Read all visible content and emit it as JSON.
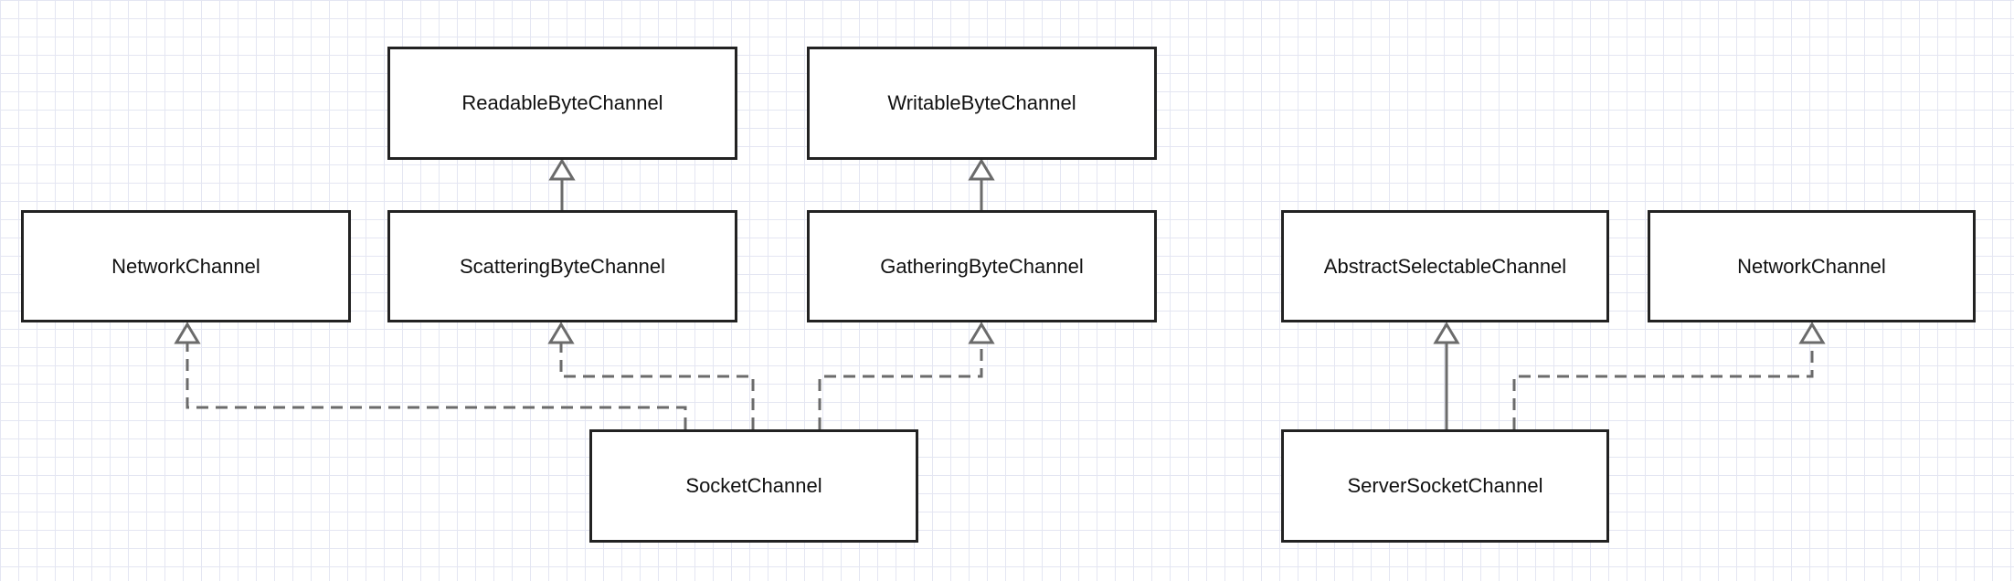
{
  "diagram": {
    "classes": {
      "readable": "ReadableByteChannel",
      "writable": "WritableByteChannel",
      "network_1": "NetworkChannel",
      "scattering": "ScatteringByteChannel",
      "gathering": "GatheringByteChannel",
      "abstract_selectable": "AbstractSelectableChannel",
      "network_2": "NetworkChannel",
      "socket": "SocketChannel",
      "server_socket": "ServerSocketChannel"
    },
    "relations": [
      {
        "from": "scattering",
        "to": "readable",
        "kind": "generalization"
      },
      {
        "from": "gathering",
        "to": "writable",
        "kind": "generalization"
      },
      {
        "from": "socket",
        "to": "network_1",
        "kind": "realization"
      },
      {
        "from": "socket",
        "to": "scattering",
        "kind": "realization"
      },
      {
        "from": "socket",
        "to": "gathering",
        "kind": "realization"
      },
      {
        "from": "server_socket",
        "to": "abstract_selectable",
        "kind": "generalization"
      },
      {
        "from": "server_socket",
        "to": "network_2",
        "kind": "realization"
      }
    ],
    "colors": {
      "box_border": "#222222",
      "connector": "#6b6b6b",
      "grid": "#e4e6f2"
    }
  }
}
